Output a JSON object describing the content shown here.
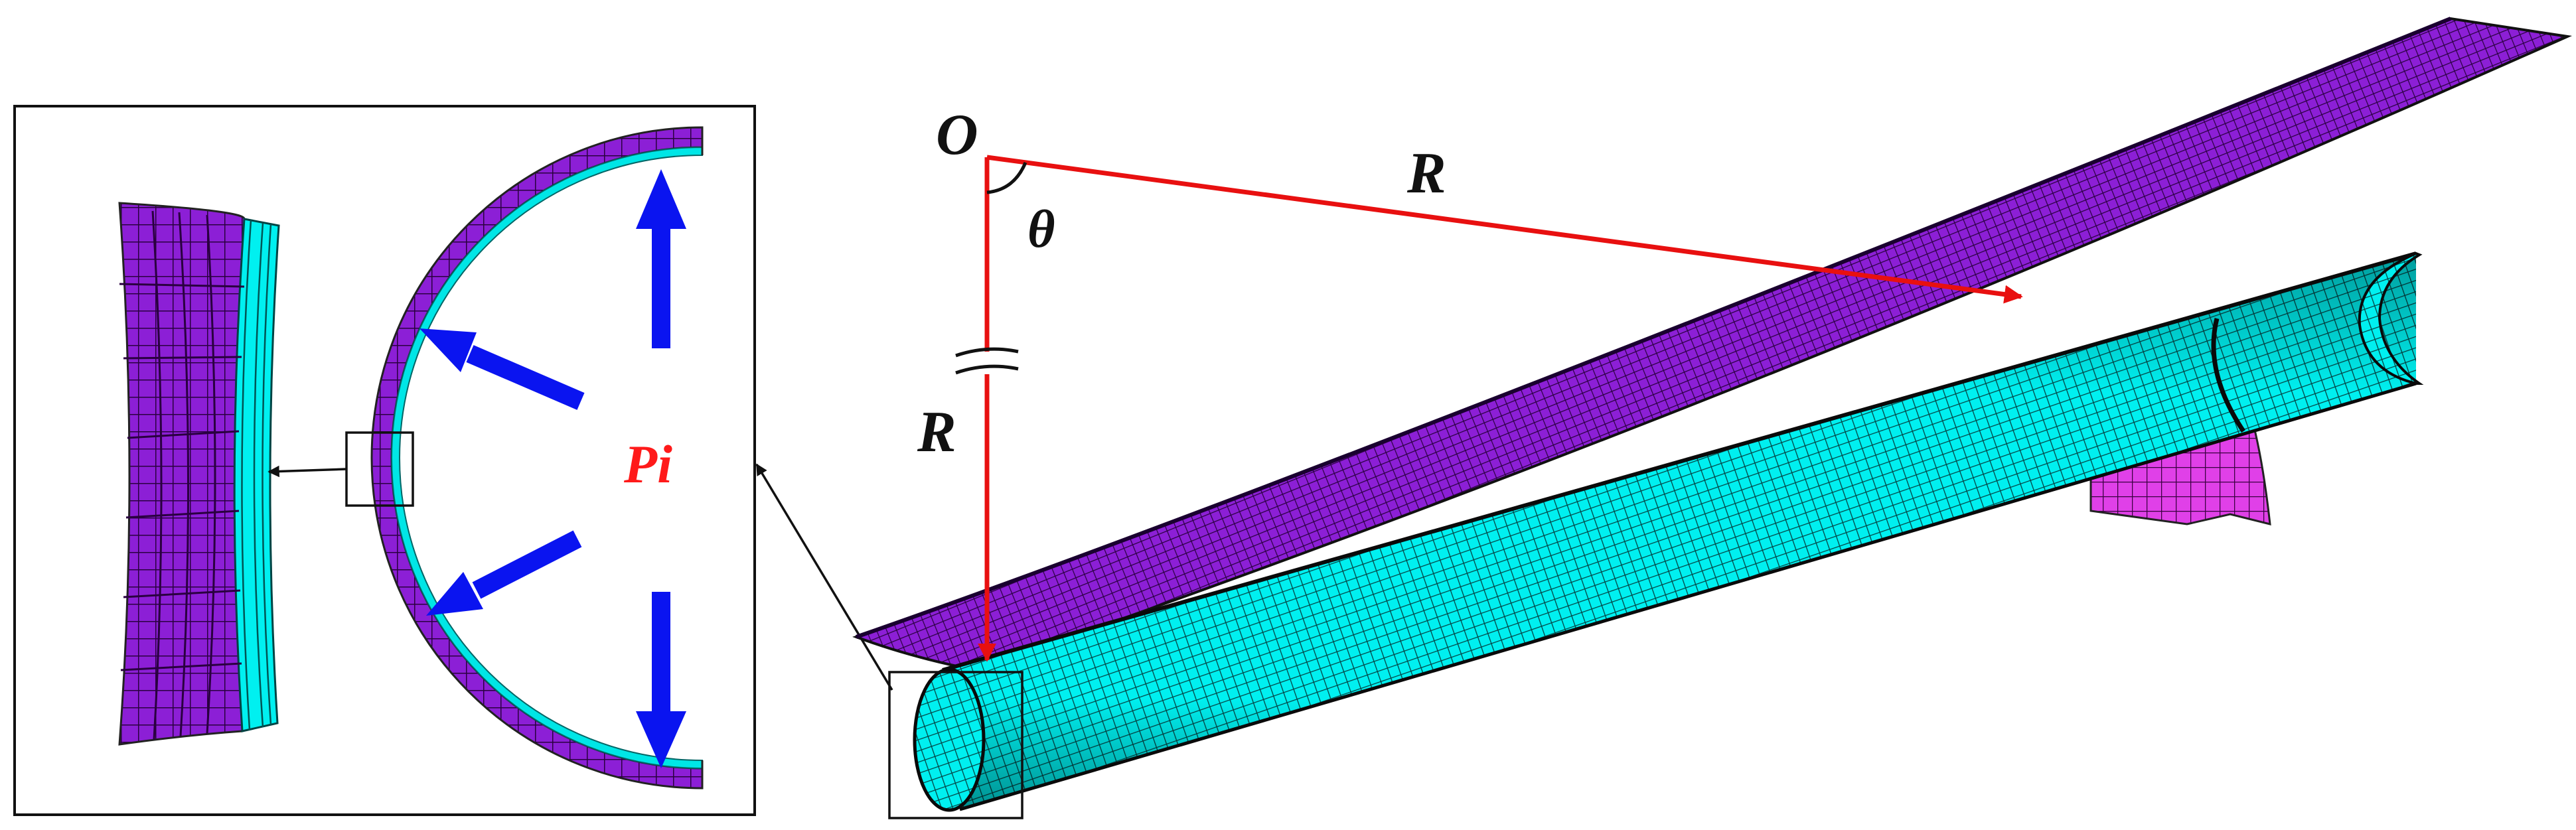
{
  "labels": {
    "origin": "O",
    "radius_angled": "R",
    "radius_vertical": "R",
    "angle": "θ",
    "pressure": "Pi"
  },
  "colors": {
    "sheet": "#8c1fd6",
    "sheet_light": "#c040e8",
    "liner": "#00f2f2",
    "liner_dark": "#00c8c8",
    "pressure_text": "#ff1a1a",
    "radius_line": "#e81010",
    "pressure_arrow": "#0a14f0",
    "outline": "#111111"
  },
  "icons": {
    "pressure_arrows": "arrow-icon",
    "leader_arrows": "arrow-icon",
    "radius_arrows": "arrow-icon",
    "axis_break": "break-mark-icon"
  }
}
